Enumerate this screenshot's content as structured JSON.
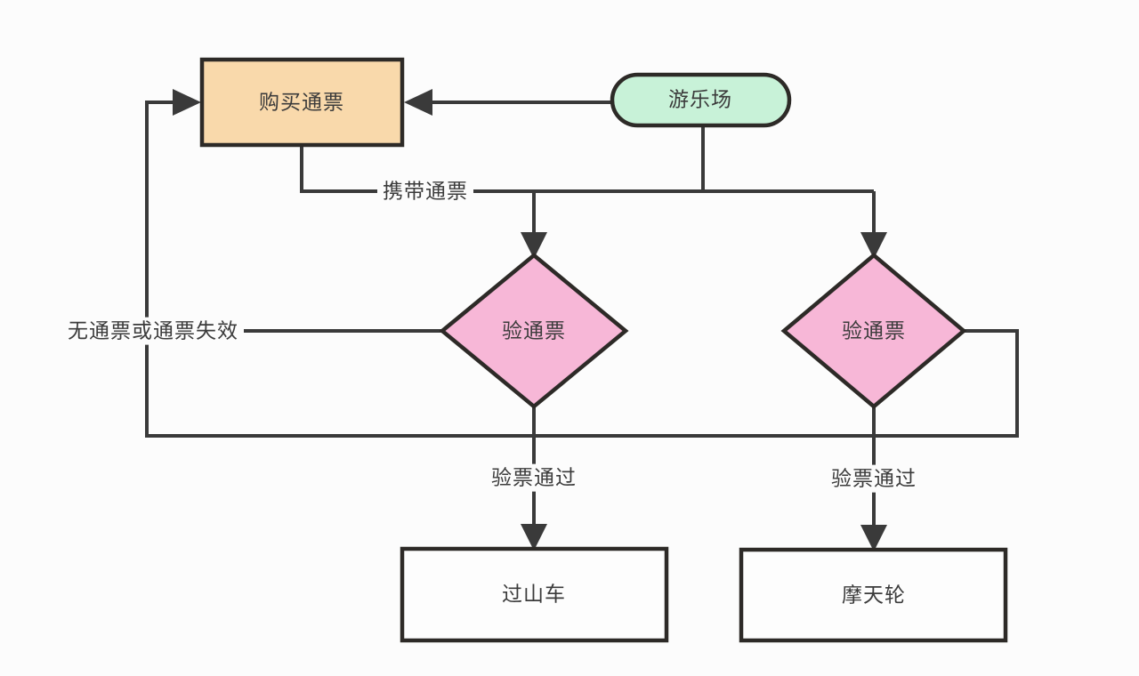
{
  "diagram": {
    "nodes": {
      "park": {
        "label": "游乐场",
        "fill": "#c8f2d8"
      },
      "buy_pass": {
        "label": "购买通票",
        "fill": "#f9d9ab"
      },
      "check_pass_left": {
        "label": "验通票",
        "fill": "#f7b7d7"
      },
      "check_pass_right": {
        "label": "验通票",
        "fill": "#f7b7d7"
      },
      "roller_coaster": {
        "label": "过山车",
        "fill": "#fdfdfd"
      },
      "ferris_wheel": {
        "label": "摩天轮",
        "fill": "#fdfdfd"
      }
    },
    "edge_labels": {
      "carry_pass": "携带通票",
      "no_pass_or_expired": "无通票或通票失效",
      "check_passed_left": "验票通过",
      "check_passed_right": "验票通过"
    },
    "colors": {
      "bg": "#fcfcfc",
      "line": "#3a3a3a",
      "border": "#2d2a27",
      "text": "#3b3b3b"
    }
  }
}
